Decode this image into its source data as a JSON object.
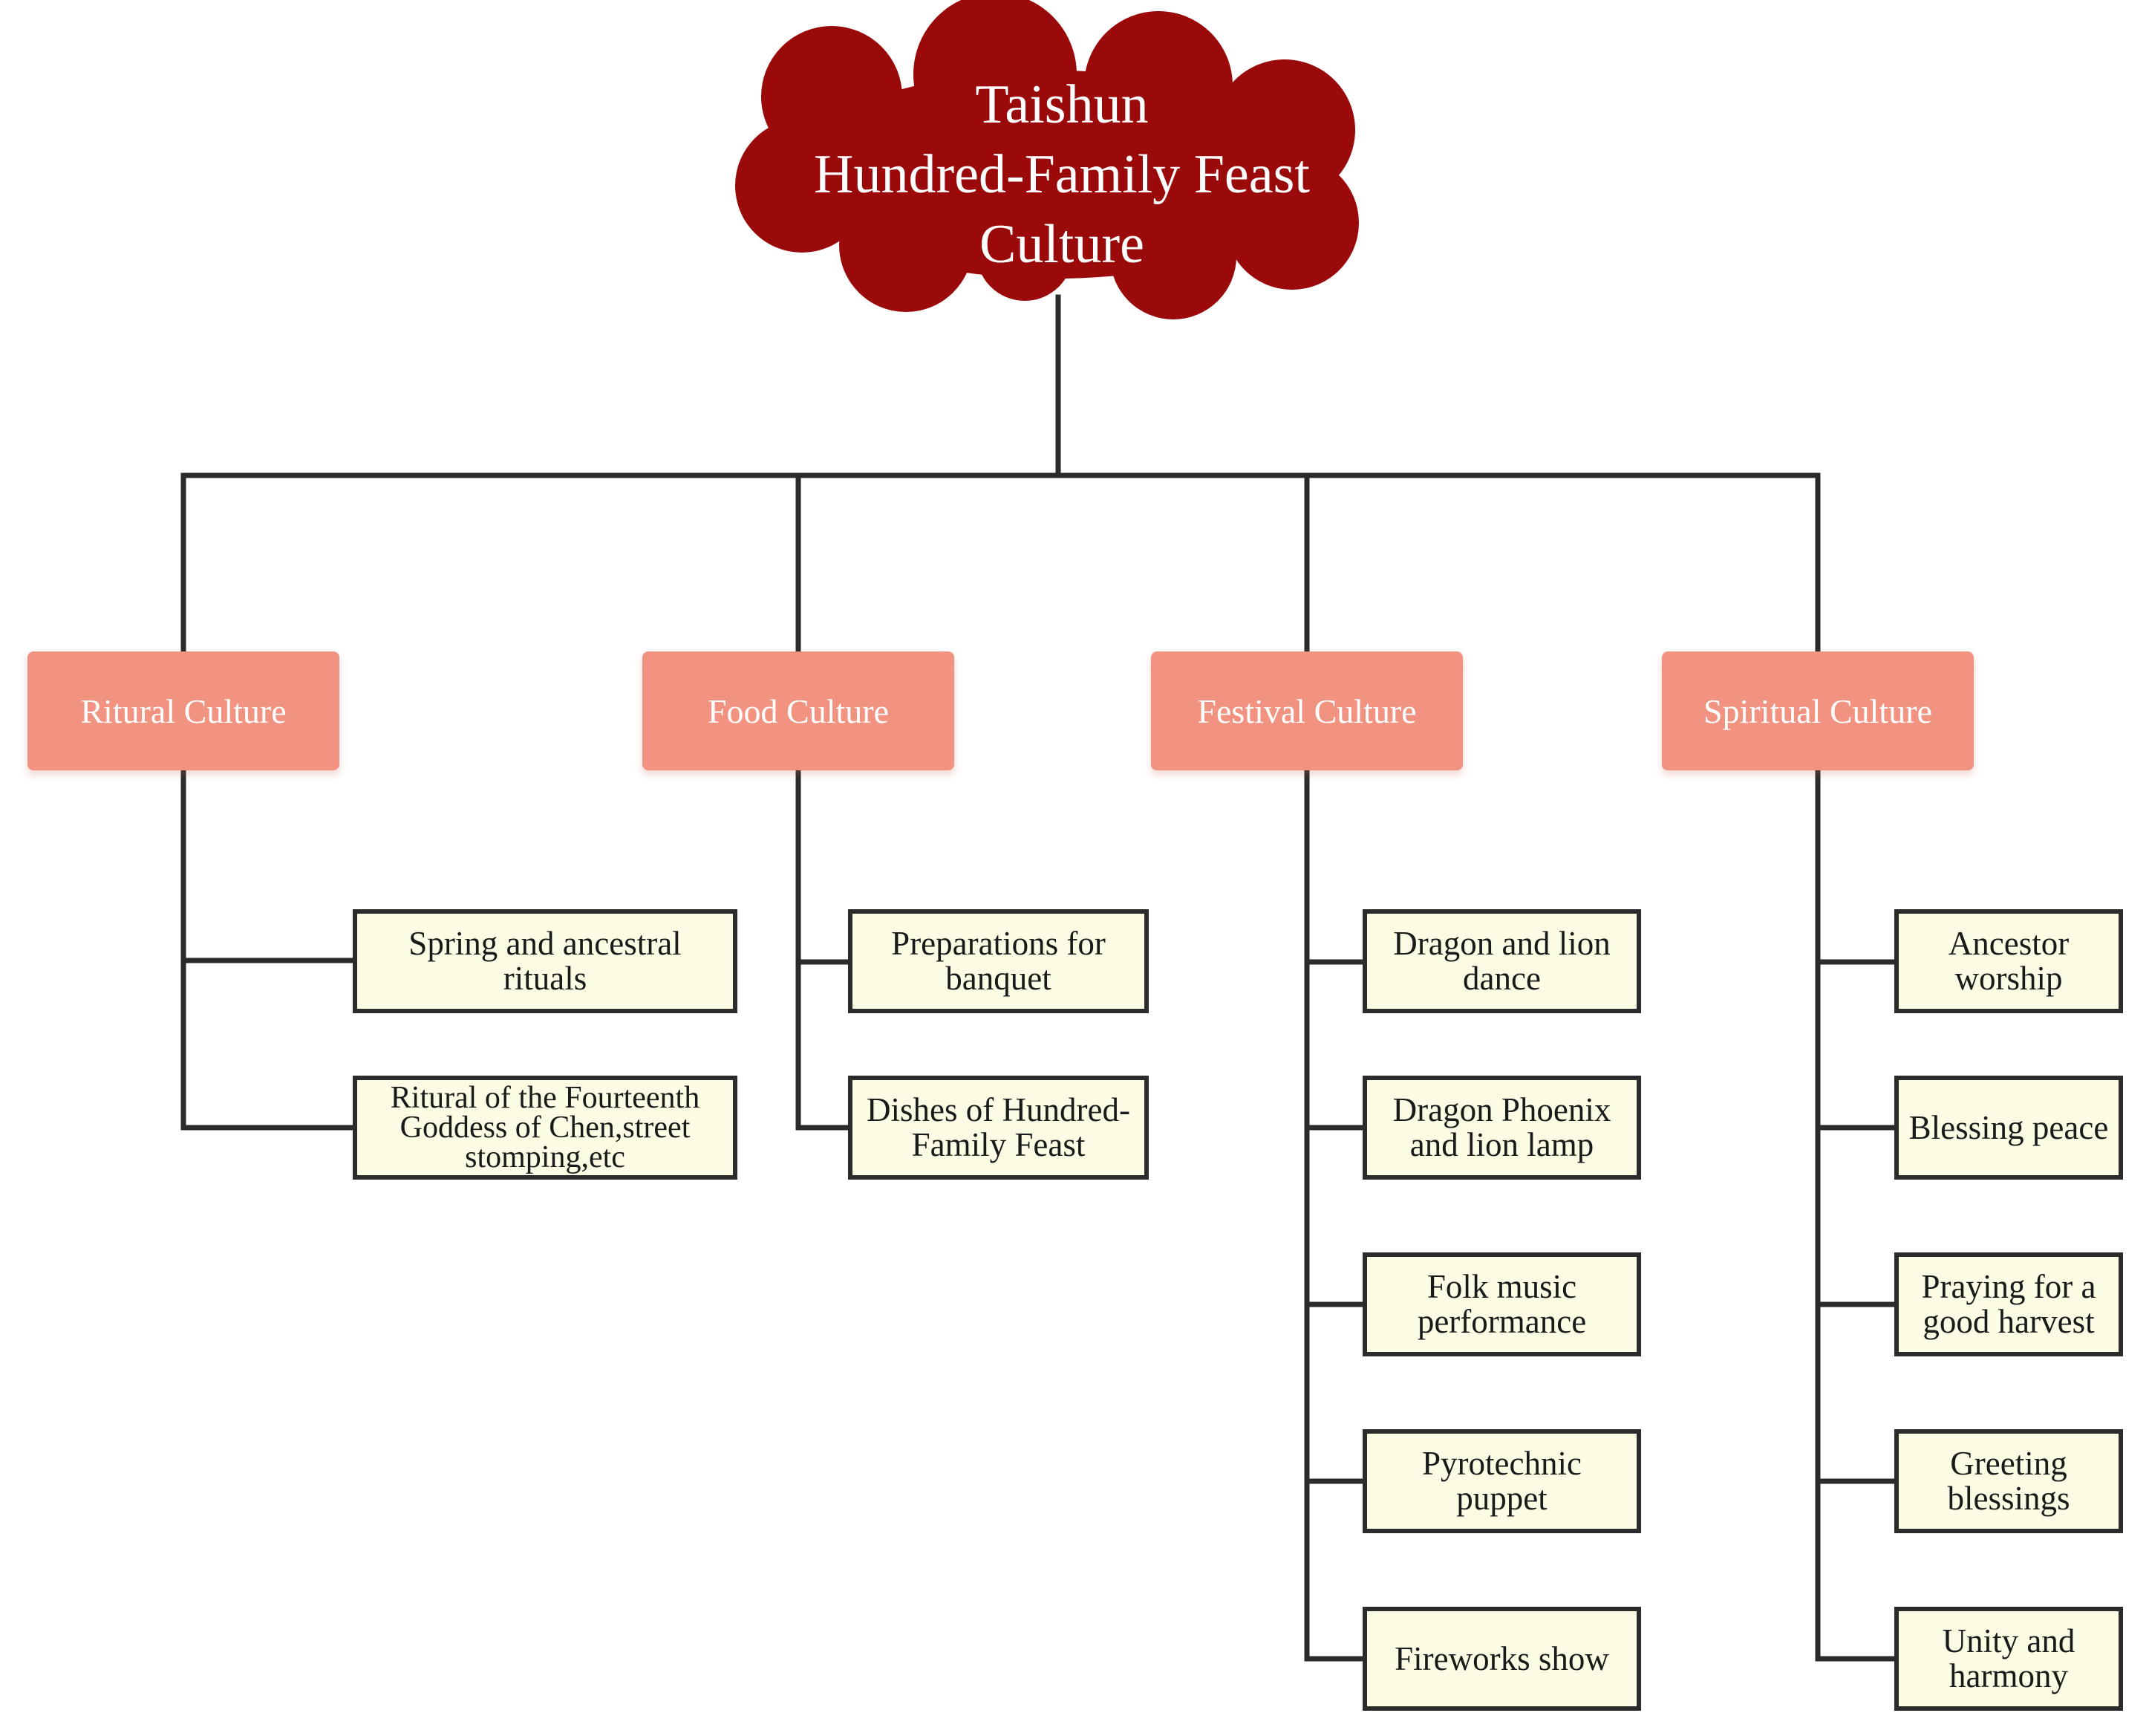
{
  "colors": {
    "root_fill": "#9b0a0a",
    "category_fill": "#f19380",
    "leaf_fill": "#fcfbe3",
    "connector": "#2b2b2b"
  },
  "root": {
    "line1": "Taishun",
    "line2": "Hundred-Family Feast",
    "line3": "Culture"
  },
  "categories": [
    {
      "label": "Ritural Culture",
      "items": [
        "Spring and ancestral rituals",
        "Ritural of the Fourteenth Goddess of Chen,street stomping,etc"
      ]
    },
    {
      "label": "Food Culture",
      "items": [
        "Preparations for banquet",
        "Dishes of Hundred-Family Feast"
      ]
    },
    {
      "label": "Festival Culture",
      "items": [
        "Dragon and lion dance",
        "Dragon Phoenix and lion lamp",
        "Folk music performance",
        "Pyrotechnic puppet",
        "Fireworks show"
      ]
    },
    {
      "label": "Spiritual Culture",
      "items": [
        "Ancestor worship",
        "Blessing peace",
        "Praying for a good harvest",
        "Greeting blessings",
        "Unity and harmony"
      ]
    }
  ]
}
